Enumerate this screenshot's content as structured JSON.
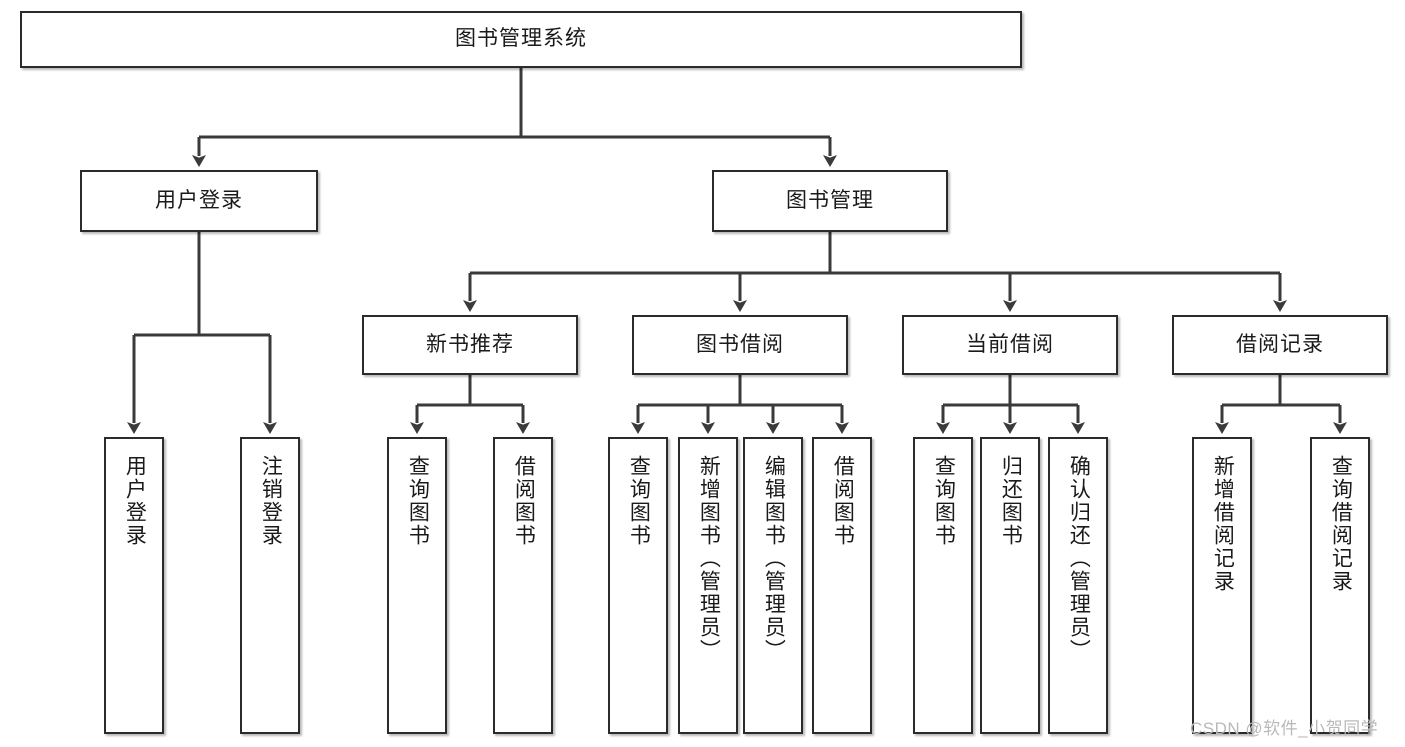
{
  "diagram": {
    "title": "图书管理系统",
    "type": "tree",
    "watermark": "CSDN @软件_小贺同学",
    "colors": {
      "box_border": "#2b2b2b",
      "box_fill": "#ffffff",
      "connector": "#3a3a3a",
      "text": "#1a1a1a",
      "watermark": "#b9b9b9"
    },
    "root": {
      "label": "图书管理系统"
    },
    "level2": [
      {
        "label": "用户登录"
      },
      {
        "label": "图书管理"
      }
    ],
    "level3": [
      {
        "label": "新书推荐"
      },
      {
        "label": "图书借阅"
      },
      {
        "label": "当前借阅"
      },
      {
        "label": "借阅记录"
      }
    ],
    "leaves": {
      "user_login": [
        {
          "label": "用户登录"
        },
        {
          "label": "注销登录"
        }
      ],
      "new_book_recommend": [
        {
          "label": "查询图书"
        },
        {
          "label": "借阅图书"
        }
      ],
      "book_borrow": [
        {
          "label": "查询图书"
        },
        {
          "label": "新增图书（管理员）"
        },
        {
          "label": "编辑图书（管理员）"
        },
        {
          "label": "借阅图书"
        }
      ],
      "current_borrow": [
        {
          "label": "查询图书"
        },
        {
          "label": "归还图书"
        },
        {
          "label": "确认归还（管理员）"
        }
      ],
      "borrow_record": [
        {
          "label": "新增借阅记录"
        },
        {
          "label": "查询借阅记录"
        }
      ]
    }
  }
}
